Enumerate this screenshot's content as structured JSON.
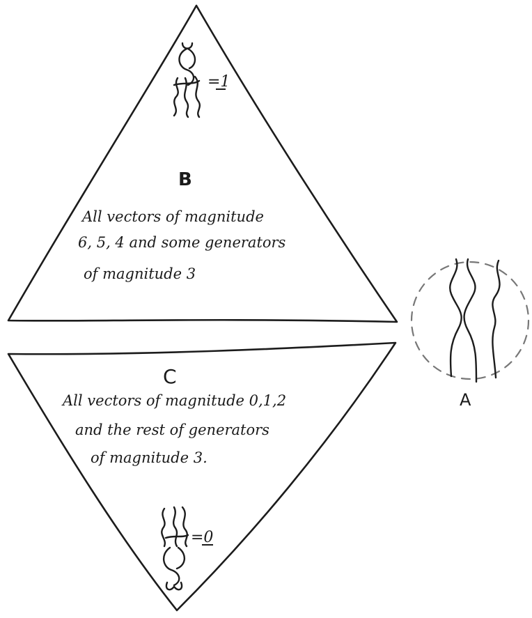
{
  "top_triangle": {
    "label": "B",
    "lines": [
      "All vectors of magnitude",
      "6, 5, 4  and some generators",
      "of magnitude 3"
    ],
    "glyph_value": "=1"
  },
  "bottom_triangle": {
    "label": "C",
    "lines": [
      "All vectors  of magnitude  0,1,2",
      "and the rest of generators",
      "of magnitude 3."
    ],
    "glyph_value": "=0"
  },
  "circle": {
    "label": "A"
  }
}
